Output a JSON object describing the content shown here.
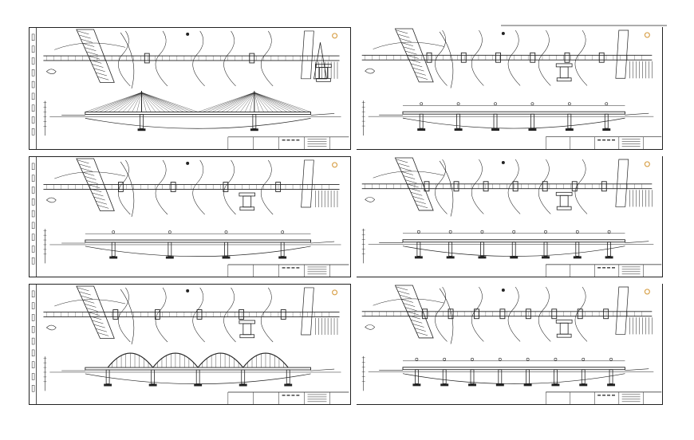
{
  "drawing": {
    "sheets": [
      {
        "bridge_type": "cable-stayed",
        "pier_count": 2
      },
      {
        "bridge_type": "girder",
        "pier_count": 6
      },
      {
        "bridge_type": "girder",
        "pier_count": 4
      },
      {
        "bridge_type": "girder",
        "pier_count": 7
      },
      {
        "bridge_type": "arch",
        "pier_count": 5
      },
      {
        "bridge_type": "girder",
        "pier_count": 8
      }
    ],
    "colors": {
      "ink": "#222222",
      "accent": "#d8a14a",
      "background": "#ffffff"
    }
  }
}
